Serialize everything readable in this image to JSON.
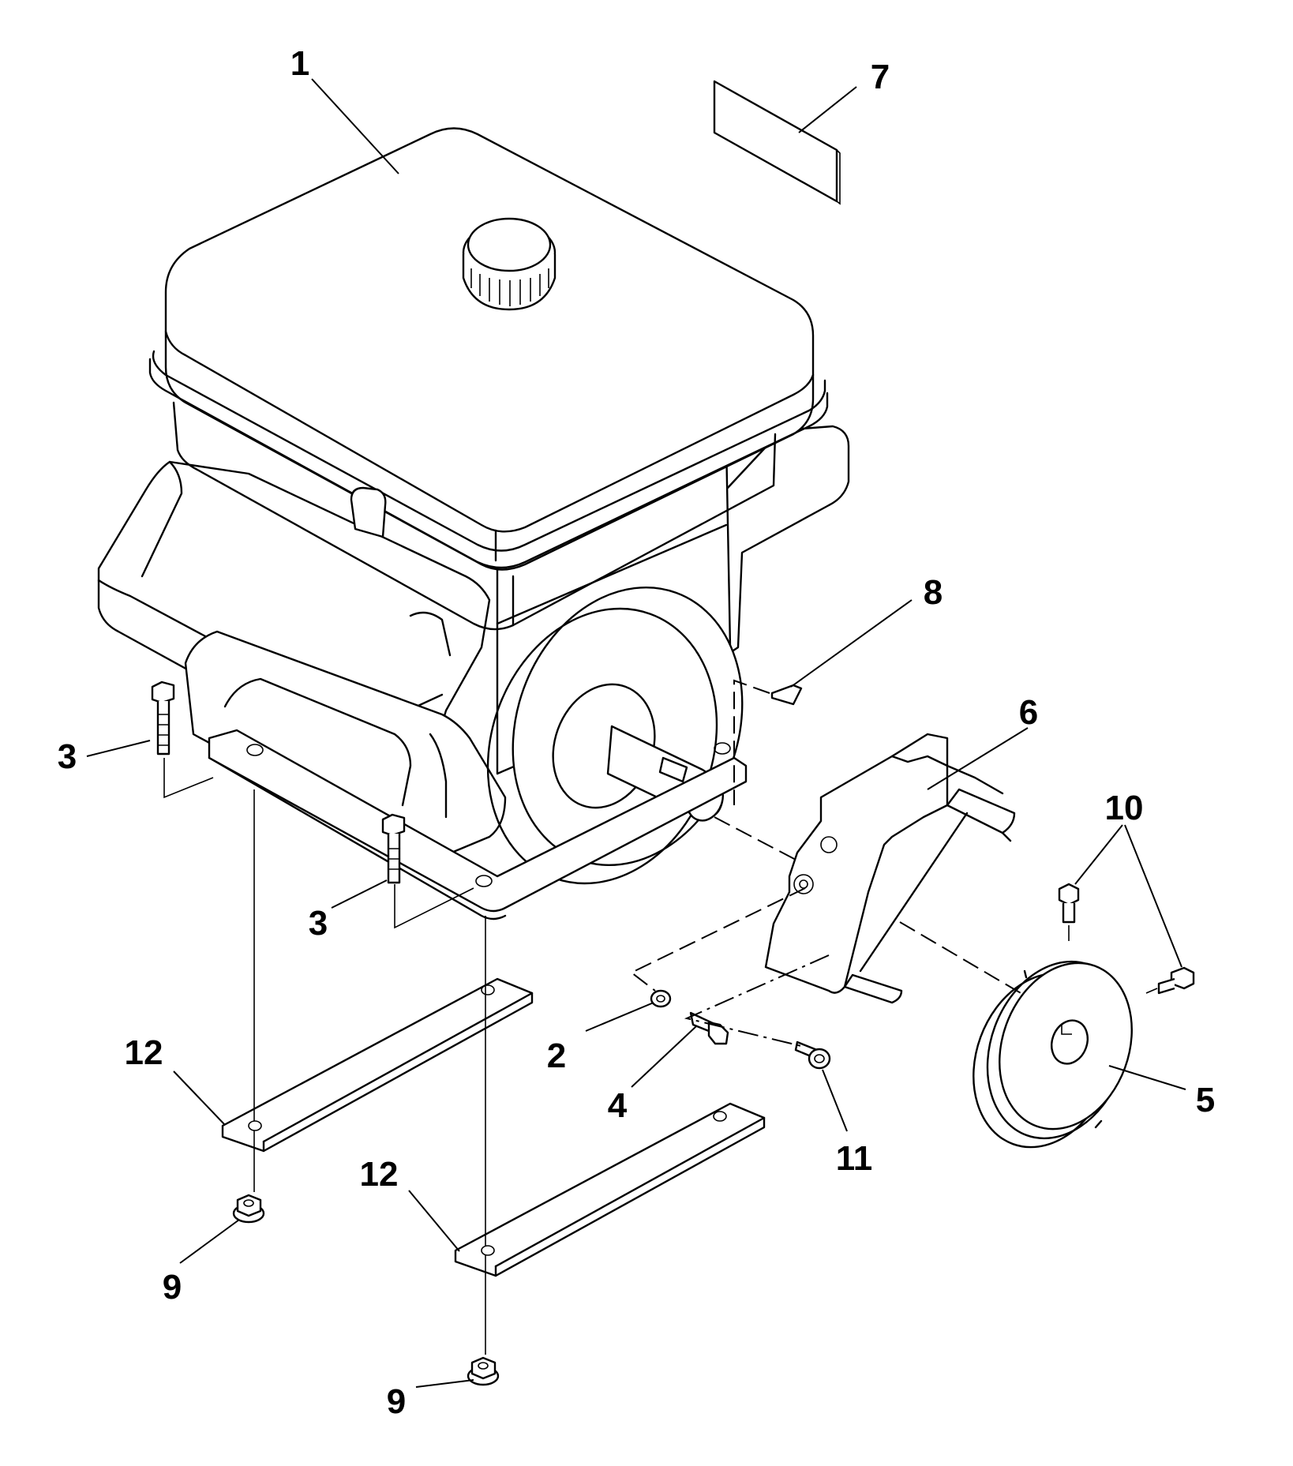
{
  "diagram": {
    "type": "exploded parts diagram",
    "callouts": [
      {
        "id": "c1",
        "label": "1",
        "part": "engine"
      },
      {
        "id": "c2",
        "label": "2",
        "part": "lock-washer"
      },
      {
        "id": "c3a",
        "label": "3",
        "part": "hex-bolt"
      },
      {
        "id": "c3b",
        "label": "3",
        "part": "hex-bolt"
      },
      {
        "id": "c4",
        "label": "4",
        "part": "hex-bolt"
      },
      {
        "id": "c5",
        "label": "5",
        "part": "pulley"
      },
      {
        "id": "c6",
        "label": "6",
        "part": "belt-guard-bracket"
      },
      {
        "id": "c7",
        "label": "7",
        "part": "decal"
      },
      {
        "id": "c8",
        "label": "8",
        "part": "key"
      },
      {
        "id": "c9a",
        "label": "9",
        "part": "flange-nut"
      },
      {
        "id": "c9b",
        "label": "9",
        "part": "flange-nut"
      },
      {
        "id": "c10",
        "label": "10",
        "part": "set-screw"
      },
      {
        "id": "c11",
        "label": "11",
        "part": "socket-cap-screw"
      },
      {
        "id": "c12a",
        "label": "12",
        "part": "mounting-spacer-bar"
      },
      {
        "id": "c12b",
        "label": "12",
        "part": "mounting-spacer-bar"
      }
    ]
  }
}
